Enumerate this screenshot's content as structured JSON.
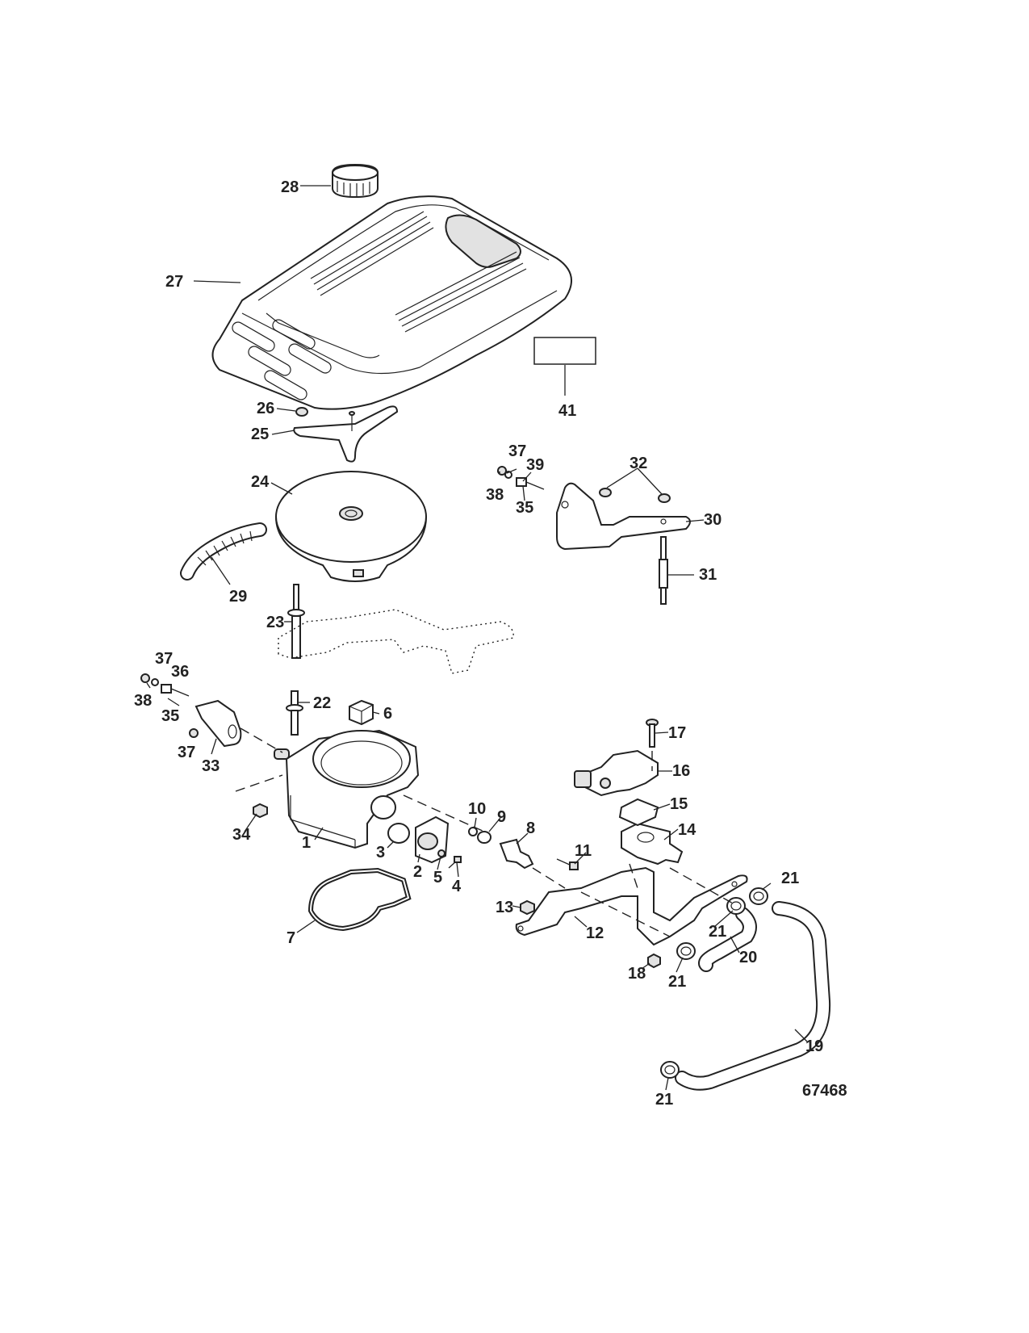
{
  "diagram": {
    "figure_number": "67468",
    "part_labels": [
      "1",
      "2",
      "3",
      "4",
      "5",
      "6",
      "7",
      "8",
      "9",
      "10",
      "11",
      "12",
      "13",
      "14",
      "15",
      "16",
      "17",
      "18",
      "19",
      "20",
      "21",
      "22",
      "23",
      "24",
      "25",
      "26",
      "27",
      "28",
      "29",
      "30",
      "31",
      "32",
      "33",
      "34",
      "35",
      "36",
      "37",
      "38",
      "39",
      "41"
    ]
  }
}
